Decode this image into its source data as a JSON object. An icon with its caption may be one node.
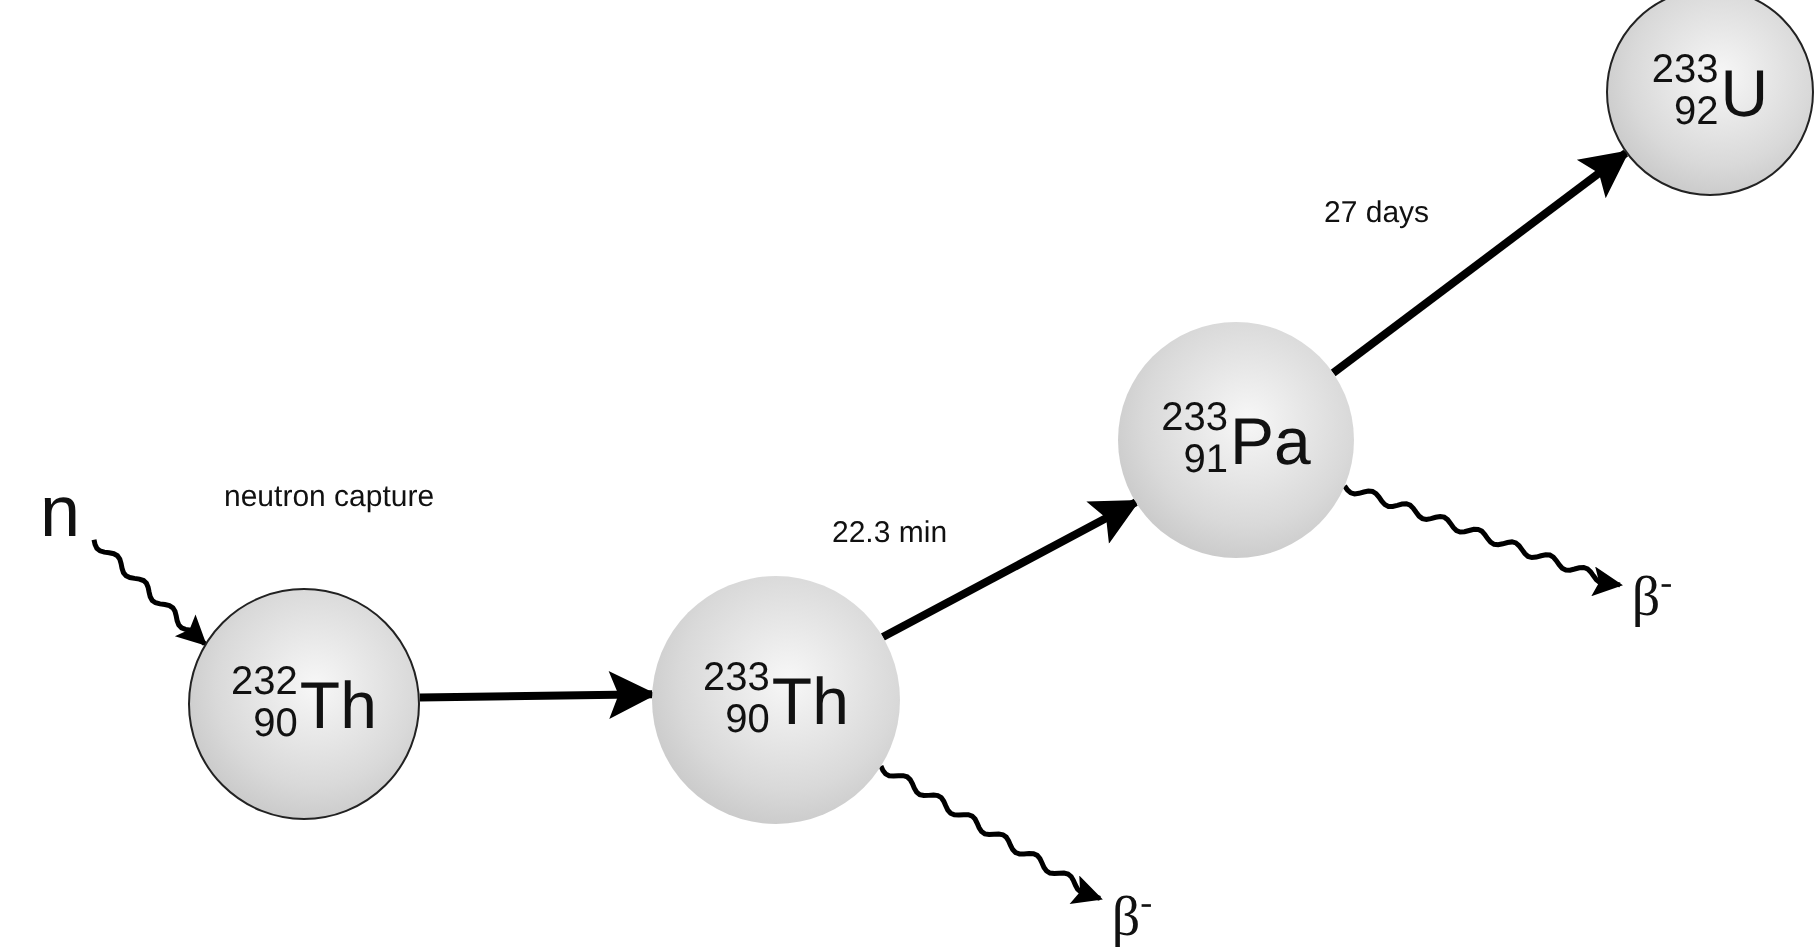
{
  "diagram": {
    "nodes": [
      {
        "text": [
          "n"
        ]
      },
      {
        "text": [
          "$^{232}$$_{90}$Th"
        ]
      },
      {
        "text": [
          "$^{233}$$_{90}$Th"
        ]
      },
      {
        "text": [
          "$^{233}$$_{91}$Pa"
        ]
      },
      {
        "text": [
          "$^{233}$$_{92}$U"
        ]
      },
      {
        "text": [
          "β$^{-}$"
        ]
      },
      {
        "text": [
          "β$^{-}$"
        ]
      }
    ],
    "edges": [
      {
        "from": 0,
        "to": 1,
        "arrow": "to"
      },
      {
        "from": 1,
        "to": 2,
        "arrow": "to"
      },
      {
        "from": 2,
        "to": 3,
        "arrow": "to",
        "label": "22.3 min"
      },
      {
        "from": 3,
        "to": 4,
        "arrow": "to",
        "label": "27 days"
      },
      {
        "from": 2,
        "to": 5,
        "arrow": "to"
      },
      {
        "from": 3,
        "to": 6,
        "arrow": "to"
      }
    ],
    "labels": [
      "neutron capture"
    ]
  }
}
